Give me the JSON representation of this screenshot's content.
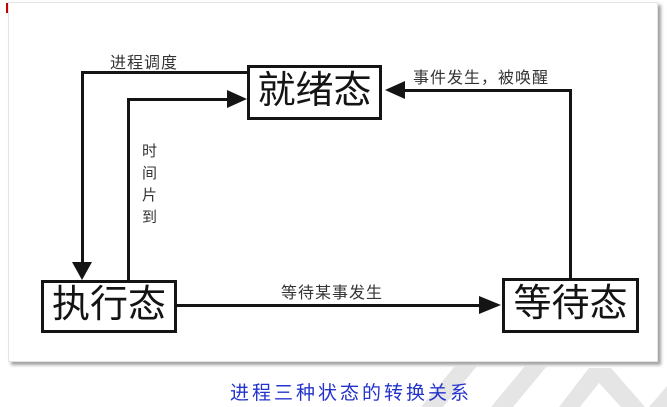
{
  "page": {
    "marker_color": "#c40000"
  },
  "diagram": {
    "nodes": {
      "ready": {
        "label": "就绪态"
      },
      "running": {
        "label": "执行态"
      },
      "waiting": {
        "label": "等待态"
      }
    },
    "edges": {
      "schedule": {
        "label": "进程调度",
        "from": "就绪态",
        "to": "执行态"
      },
      "timeslice": {
        "label": "时间片到",
        "from": "执行态",
        "to": "就绪态"
      },
      "wakeup": {
        "label": "事件发生，被唤醒",
        "from": "等待态",
        "to": "就绪态"
      },
      "wait": {
        "label": "等待某事发生",
        "from": "执行态",
        "to": "等待态"
      }
    },
    "colors": {
      "line": "#141414",
      "edge_label_text": "#343434",
      "caption_text": "#2433cc",
      "watermark": "#e5e5e5",
      "panel_shadow": "#6e6e6e"
    }
  },
  "caption": {
    "text": "进程三种状态的转换关系"
  }
}
